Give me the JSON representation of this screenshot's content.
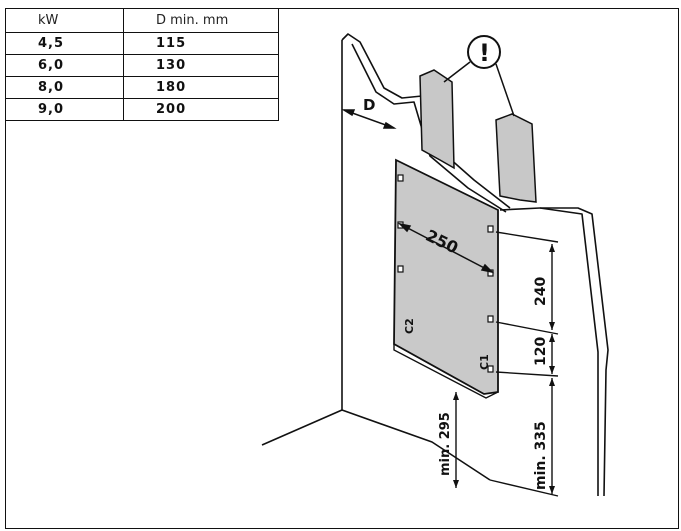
{
  "table": {
    "headers": [
      "kW",
      "D min. mm"
    ],
    "rows": [
      [
        "4,5",
        "115"
      ],
      [
        "6,0",
        "130"
      ],
      [
        "8,0",
        "180"
      ],
      [
        "9,0",
        "200"
      ]
    ]
  },
  "diagram": {
    "label_d": "D",
    "label_250": "250",
    "label_240": "240",
    "label_120": "120",
    "label_min335": "min. 335",
    "label_min295": "min. 295",
    "label_c1": "C1",
    "label_c2": "C2",
    "marker": "!"
  }
}
